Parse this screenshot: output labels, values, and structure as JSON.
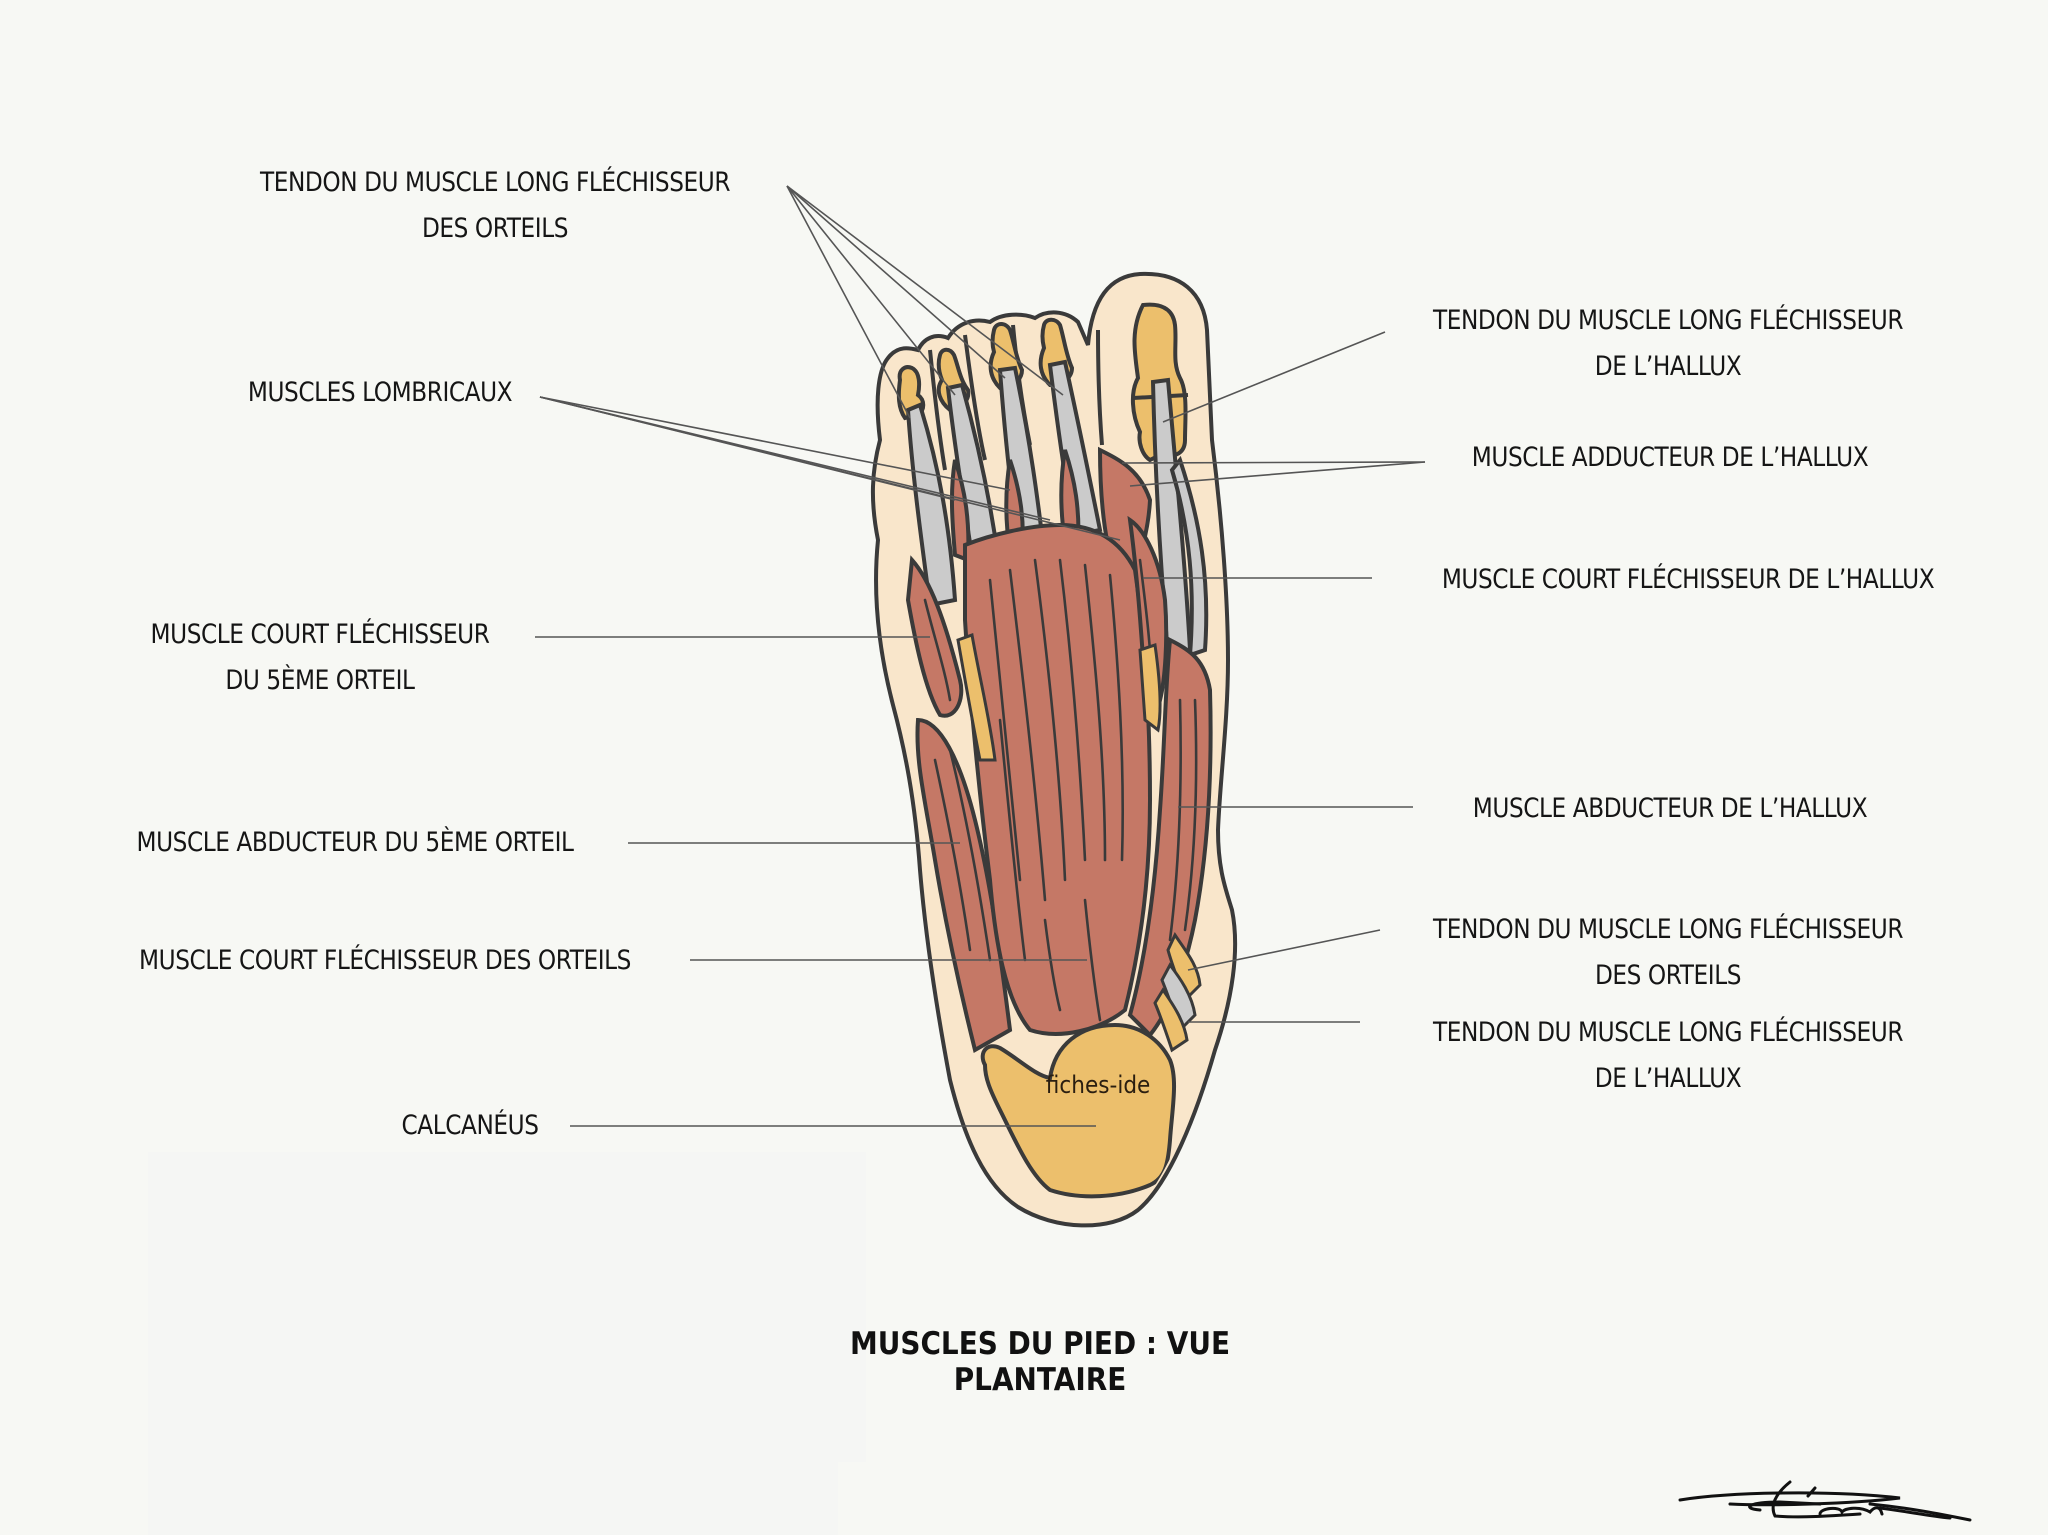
{
  "title": "MUSCLES DU PIED : VUE PLANTAIRE",
  "watermark": "fiches-ide",
  "labels": {
    "tendon_long_flechisseur_orteils_top": {
      "line1": "TENDON DU MUSCLE LONG FLÉCHISSEUR",
      "line2": "DES ORTEILS"
    },
    "muscles_lombricaux": {
      "line1": "MUSCLES LOMBRICAUX"
    },
    "court_flechisseur_5e": {
      "line1": "MUSCLE COURT FLÉCHISSEUR",
      "line2": "DU 5ÈME ORTEIL"
    },
    "abducteur_5e": {
      "line1": "MUSCLE ABDUCTEUR DU 5ÈME ORTEIL"
    },
    "court_flechisseur_orteils": {
      "line1": "MUSCLE COURT FLÉCHISSEUR DES ORTEILS"
    },
    "calcaneus": {
      "line1": "CALCANÉUS"
    },
    "tendon_long_flechisseur_hallux_top": {
      "line1": "TENDON DU MUSCLE LONG FLÉCHISSEUR",
      "line2": "DE L’HALLUX"
    },
    "adducteur_hallux": {
      "line1": "MUSCLE ADDUCTEUR DE L’HALLUX"
    },
    "court_flechisseur_hallux": {
      "line1": "MUSCLE COURT FLÉCHISSEUR DE L’HALLUX"
    },
    "abducteur_hallux": {
      "line1": "MUSCLE ABDUCTEUR DE L’HALLUX"
    },
    "tendon_long_flechisseur_orteils_bottom": {
      "line1": "TENDON DU MUSCLE LONG FLÉCHISSEUR",
      "line2": "DES ORTEILS"
    },
    "tendon_long_flechisseur_hallux_bottom": {
      "line1": "TENDON DU MUSCLE LONG FLÉCHISSEUR",
      "line2": "DE L’HALLUX"
    }
  },
  "colors": {
    "background": "#f7f8f4",
    "skin": "#f9e6cb",
    "bone": "#ecbf6c",
    "muscle": "#c57866",
    "tendon": "#cbcbcb",
    "outline": "#3a3a3a",
    "leader_line": "#555555"
  }
}
